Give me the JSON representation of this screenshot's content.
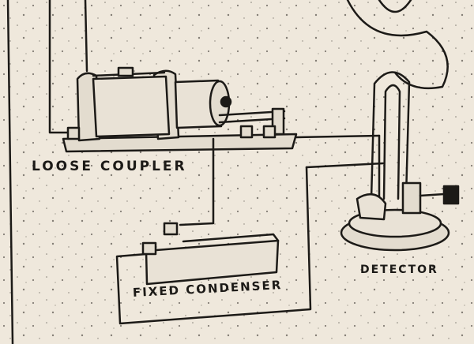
{
  "labels": {
    "loose_coupler": "LOOSE COUPLER",
    "detector": "DETECTOR",
    "fixed_condenser": "FIXED CONDENSER"
  },
  "colors": {
    "paper": "#efe8dc",
    "ink": "#1c1a17"
  }
}
